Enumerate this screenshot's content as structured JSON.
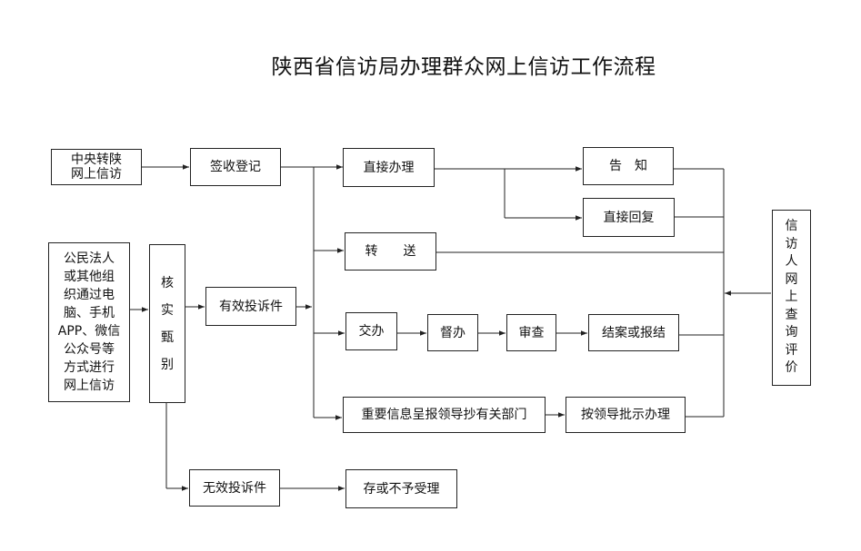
{
  "title": "陕西省信访局办理群众网上信访工作流程",
  "nodes": {
    "central_transfer": "中央转陕\n网上信访",
    "sign_register": "签收登记",
    "direct_handle": "直接办理",
    "notify": "告　知",
    "direct_reply": "直接回复",
    "transfer": "转　　送",
    "citizen_source": "公民法人\n或其他组\n织通过电\n脑、手机\nAPP、微信\n公众号等\n方式进行\n网上信访",
    "verify": "核\n实\n甄\n别",
    "valid_complaint": "有效投诉件",
    "assign": "交办",
    "supervise": "督办",
    "review": "审查",
    "close_report": "结案或报结",
    "major_report": "重要信息呈报领导抄有关部门",
    "leader_instruction": "按领导批示办理",
    "petitioner_eval": "信\n访\n人\n网\n上\n查\n询\n评\n价",
    "invalid_complaint": "无效投诉件",
    "archive_reject": "存或不予受理"
  }
}
